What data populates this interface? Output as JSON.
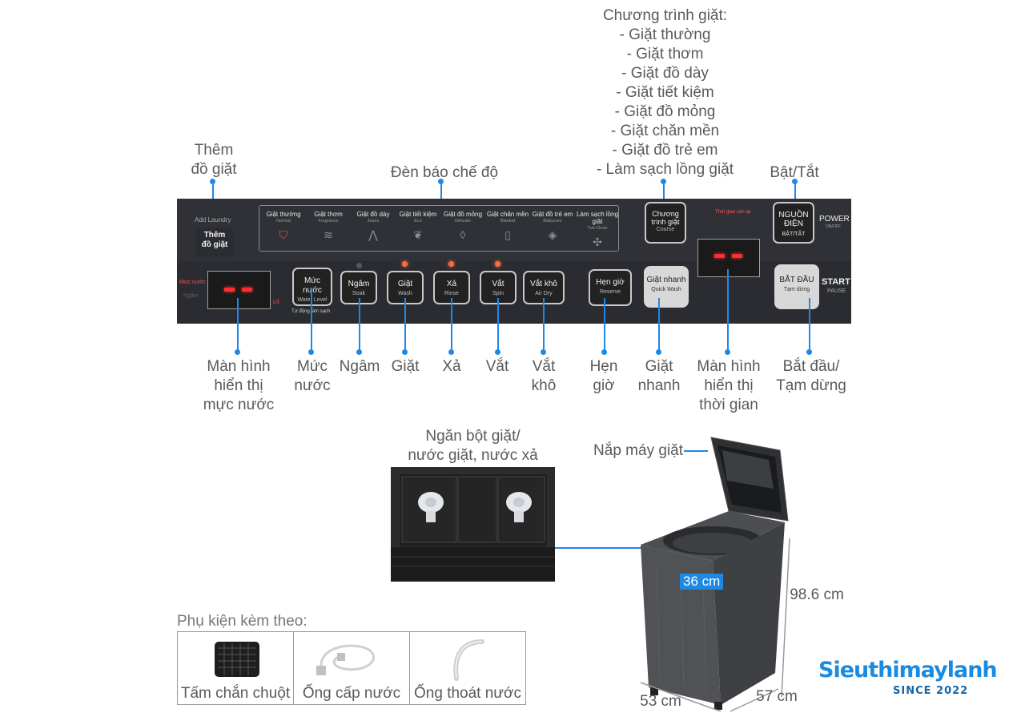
{
  "program_callout": {
    "title": "Chương trình giặt:",
    "items": [
      "- Giặt thường",
      "- Giặt thơm",
      "- Giặt đồ dày",
      "- Giặt tiết kiệm",
      "- Giặt đồ mỏng",
      "- Giặt chăn mền",
      "- Giặt đồ trẻ em",
      "- Làm sạch lồng giặt"
    ]
  },
  "labels": {
    "add_laundry": [
      "Thêm",
      "đồ giặt"
    ],
    "mode_lights": "Đèn báo chế độ",
    "power": "Bật/Tắt",
    "water_display": [
      "Màn hình",
      "hiển thị",
      "mực nước"
    ],
    "water_level": [
      "Mức",
      "nước"
    ],
    "soak": "Ngâm",
    "wash": "Giặt",
    "rinse": "Xả",
    "spin": "Vắt",
    "air_dry": [
      "Vắt",
      "khô"
    ],
    "reserve": [
      "Hẹn",
      "giờ"
    ],
    "quick_wash": [
      "Giặt",
      "nhanh"
    ],
    "time_display": [
      "Màn hình",
      "hiển thị",
      "thời gian"
    ],
    "start_pause": [
      "Bắt đầu/",
      "Tạm dừng"
    ],
    "detergent": [
      "Ngăn bột giặt/",
      "nước giặt, nước xả"
    ],
    "lid": "Nắp máy giặt",
    "dim_inner": "36 cm",
    "dim_height": "98.6 cm",
    "dim_width": "53 cm",
    "dim_depth": "57 cm",
    "accessories_title": "Phụ kiện kèm theo:"
  },
  "accessories": [
    "Tấm chắn chuột",
    "Ống cấp nước",
    "Ống thoát nước"
  ],
  "panel": {
    "add_laundry_en": "Add Laundry",
    "add_laundry_vi": [
      "Thêm",
      "đồ giặt"
    ],
    "modes": [
      {
        "vi": "Giặt thường",
        "en": "Normal",
        "icon": "⛉"
      },
      {
        "vi": "Giặt thơm",
        "en": "Fragrance",
        "icon": "≋"
      },
      {
        "vi": "Giặt đồ dày",
        "en": "Jeans",
        "icon": "⋀"
      },
      {
        "vi": "Giặt tiết kiệm",
        "en": "Eco",
        "icon": "❦"
      },
      {
        "vi": "Giặt đồ mỏng",
        "en": "Delicate",
        "icon": "◊"
      },
      {
        "vi": "Giặt chăn mền",
        "en": "Blanket",
        "icon": "▯"
      },
      {
        "vi": "Giặt đồ trẻ em",
        "en": "Babycare",
        "icon": "◈"
      },
      {
        "vi": "Làm sạch lồng giặt",
        "en": "Tub Clean",
        "icon": "✣"
      }
    ],
    "course": {
      "vi": [
        "Chương",
        "trình giặt"
      ],
      "en": "Course"
    },
    "power": {
      "vi": [
        "NGUỒN",
        "ĐIỆN"
      ],
      "sub": "BẬT/TẮT",
      "en": "POWER",
      "en_sub": "ON/OFF"
    },
    "time_label": "Thời gian còn lại",
    "water_side": [
      "Mực nước",
      "Ngâm"
    ],
    "lit": "Lít",
    "water_level": {
      "vi": "Mức nước",
      "en": "Water Level",
      "sub": "Tự động làm sạch"
    },
    "soak": {
      "vi": "Ngâm",
      "en": "Soak"
    },
    "wash": {
      "vi": "Giặt",
      "en": "Wash"
    },
    "rinse": {
      "vi": "Xả",
      "en": "Rinse"
    },
    "spin": {
      "vi": "Vắt",
      "en": "Spin"
    },
    "air_dry": {
      "vi": "Vắt khô",
      "en": "Air Dry"
    },
    "reserve": {
      "vi": "Hẹn giờ",
      "en": "Reserve"
    },
    "quick_wash": {
      "vi": "Giặt nhanh",
      "en": "Quick Wash"
    },
    "start": {
      "vi": "BẮT ĐẦU",
      "sub": "Tạm dừng",
      "en": "START",
      "en_sub": "PAUSE"
    }
  },
  "brand": {
    "name": "Sieuthimaylanh",
    "since": "SINCE 2022"
  },
  "colors": {
    "callout_line": "#1e88e5",
    "panel": "#2a2c31",
    "led": "#ff2e2e",
    "brand": "#1a8be0"
  }
}
